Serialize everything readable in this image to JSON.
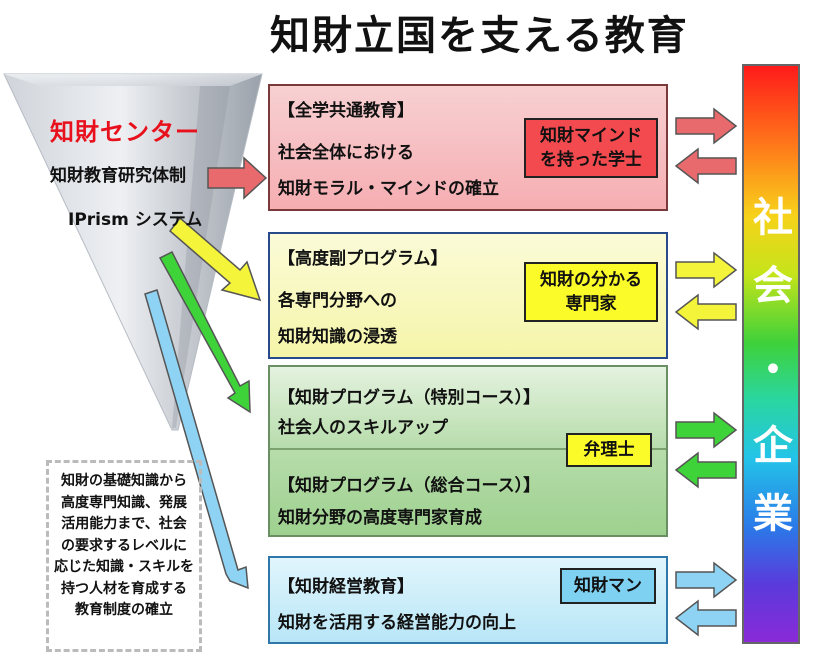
{
  "title": "知財立国を支える教育",
  "center": {
    "name": "知財センター",
    "line1": "知財教育研究体制",
    "line2": "IPrism システム"
  },
  "boxes": [
    {
      "heading": "【全学共通教育】",
      "lines": [
        "社会全体における",
        "知財モラル・マインドの確立"
      ],
      "badge": [
        "知財マインド",
        "を持った学士"
      ]
    },
    {
      "heading": "【高度副プログラム】",
      "lines": [
        "各専門分野への",
        "知財知識の浸透"
      ],
      "badge": [
        "知財の分かる",
        "専門家"
      ]
    },
    {
      "heading": "【知財プログラム（特別コース）】",
      "lines": [
        "社会人のスキルアップ"
      ],
      "heading2": "【知財プログラム（総合コース）】",
      "lines2": [
        "知財分野の高度専門家育成"
      ],
      "badge": [
        "弁理士"
      ]
    },
    {
      "heading": "【知財経営教育】",
      "lines": [
        "知財を活用する経営能力の向上"
      ],
      "badge": [
        "知財マン"
      ]
    }
  ],
  "society": [
    "社",
    "会",
    "・",
    "企",
    "業"
  ],
  "note": [
    "知財の基礎知識から",
    "高度専門知識、発展",
    "活用能力まで、社会",
    "の要求するレベルに",
    "応じた知識・スキルを",
    "持つ人材を育成する",
    "教育制度の確立"
  ],
  "colors": {
    "red_arrow": "#e86a6c",
    "yellow_arrow": "#f4f43a",
    "green_arrow": "#3fd33a",
    "blue_arrow": "#8fd3f4",
    "center_title": "#e8101c"
  }
}
